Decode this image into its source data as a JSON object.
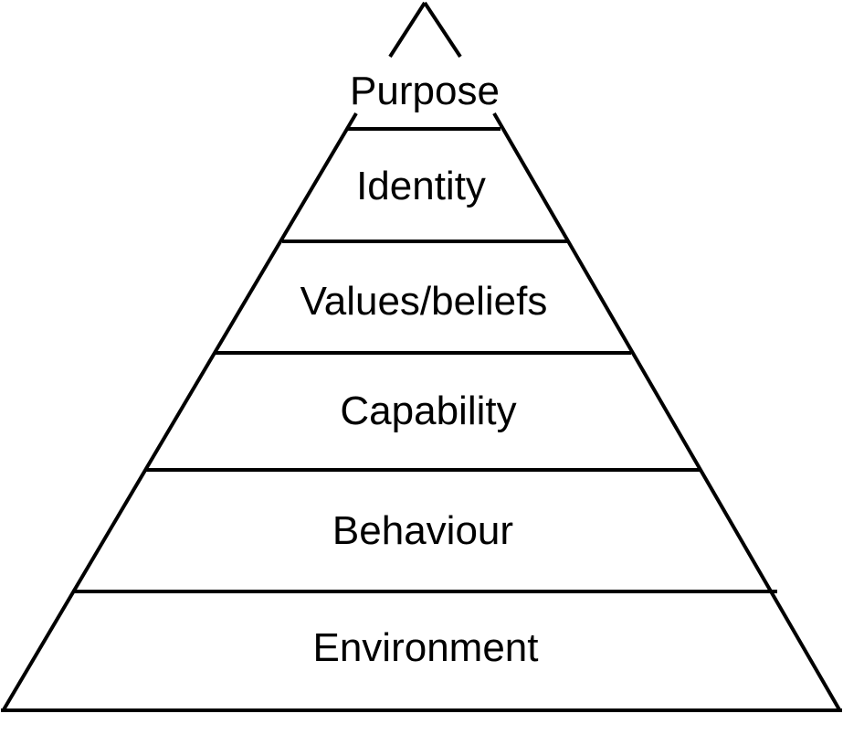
{
  "pyramid": {
    "levels": [
      {
        "label": "Purpose"
      },
      {
        "label": "Identity"
      },
      {
        "label": "Values/beliefs"
      },
      {
        "label": "Capability"
      },
      {
        "label": "Behaviour"
      },
      {
        "label": "Environment"
      }
    ]
  }
}
